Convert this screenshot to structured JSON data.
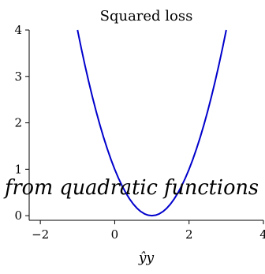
{
  "chart_data": {
    "type": "line",
    "title": "Squared loss",
    "xlabel": "ŷy",
    "ylabel": "",
    "xlim": [
      -2.3,
      4.0
    ],
    "ylim": [
      -0.1,
      4.0
    ],
    "xticks": [
      -2,
      0,
      2,
      4
    ],
    "yticks": [
      0,
      1,
      2,
      3,
      4
    ],
    "xtick_labels": [
      "−2",
      "0",
      "2",
      "4"
    ],
    "ytick_labels": [
      "0",
      "1",
      "2",
      "3",
      "4"
    ],
    "grid": false,
    "series": [
      {
        "function": "(1 - x)^2",
        "color": "#0000cc",
        "x": [
          -1.0,
          -0.9,
          -0.8,
          -0.7,
          -0.6,
          -0.5,
          -0.4,
          -0.3,
          -0.2,
          -0.1,
          0.0,
          0.1,
          0.2,
          0.3,
          0.4,
          0.5,
          0.6,
          0.7,
          0.8,
          0.9,
          1.0,
          1.1,
          1.2,
          1.3,
          1.4,
          1.5,
          1.6,
          1.7,
          1.8,
          1.9,
          2.0,
          2.1,
          2.2,
          2.3,
          2.4,
          2.5,
          2.6,
          2.7,
          2.8,
          2.9,
          3.0
        ],
        "y": [
          4.0,
          3.61,
          3.24,
          2.89,
          2.56,
          2.25,
          1.96,
          1.69,
          1.44,
          1.21,
          1.0,
          0.81,
          0.64,
          0.49,
          0.36,
          0.25,
          0.16,
          0.09,
          0.04,
          0.01,
          0.0,
          0.01,
          0.04,
          0.09,
          0.16,
          0.25,
          0.36,
          0.49,
          0.64,
          0.81,
          1.0,
          1.21,
          1.44,
          1.69,
          1.96,
          2.25,
          2.56,
          2.89,
          3.24,
          3.61,
          4.0
        ]
      }
    ],
    "annotation": "from quadratic functions"
  }
}
